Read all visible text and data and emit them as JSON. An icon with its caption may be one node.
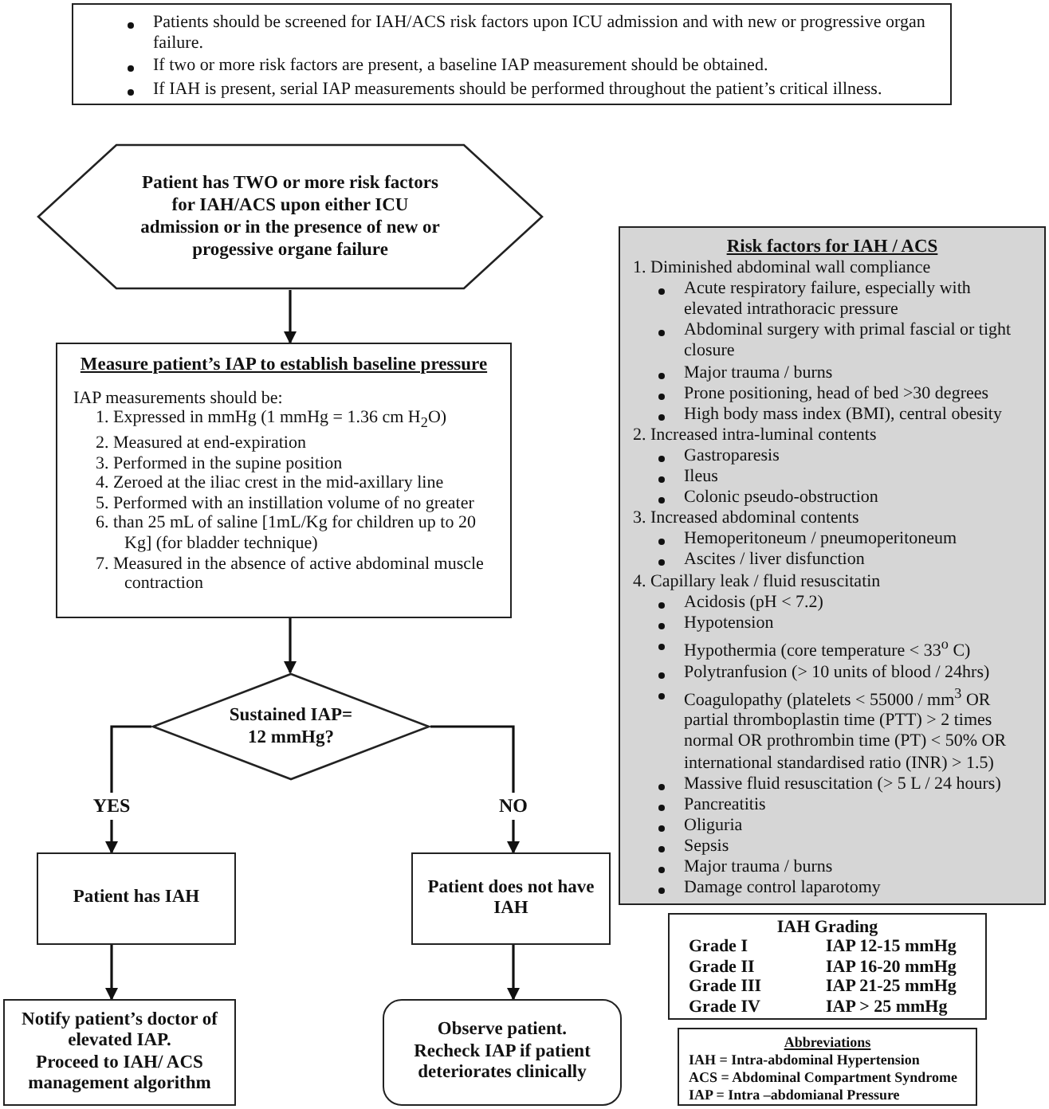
{
  "diagram": {
    "nodes": [
      {
        "text": [
          "Patients should be screened for IAH/ACS risk factors upon ICU admission and with new or progressive organ failure.",
          "If two or more risk factors are present, a baseline IAP measurement should be obtained.",
          "If IAH is present, serial IAP measurements should be performed throughout the patient’s critical illness."
        ]
      },
      {
        "text": [
          "Patient has TWO or more risk factors for IAH/ACS upon either ICU admission or in the presence of new or progessive organe failure"
        ]
      },
      {
        "text": [
          "Measure patient’s IAP to establish baseline pressure",
          "IAP measurements should be:",
          "1. Expressed in mmHg (1 mmHg = 1.36 cm H$_{2}$O)",
          "2. Measured at end-expiration",
          "3. Performed in the supine position",
          "4. Zeroed at the iliac crest in the mid-axillary line",
          "5. Performed with an instillation volume of no greater",
          "6. than 25 mL of saline [1mL/Kg for children up to 20 Kg] (for bladder technique)",
          "7. Measured in the absence of active abdominal muscle contraction"
        ]
      },
      {
        "text": [
          "Sustained IAP= 12 mmHg?"
        ]
      },
      {
        "text": [
          "Patient has IAH"
        ]
      },
      {
        "text": [
          "Patient does not have IAH"
        ]
      },
      {
        "text": [
          "Notify patient’s doctor of elevated IAP.",
          "Proceed to IAH/ ACS management algorithm"
        ]
      },
      {
        "text": [
          "Observe patient.",
          "Recheck IAP if patient deteriorates clinically"
        ]
      },
      {
        "text": [
          "Risk factors for IAH / ACS",
          "1. Diminished abdominal wall compliance",
          "Acute respiratory failure, especially with elevated intrathoracic pressure",
          "Abdominal surgery with primal fascial or tight closure",
          "Major trauma / burns",
          "Prone positioning, head of bed >30 degrees",
          "High body mass index (BMI), central obesity",
          "2. Increased intra-luminal contents",
          "Gastroparesis",
          "Ileus",
          "Colonic pseudo-obstruction",
          "3. Increased abdominal contents",
          "Hemoperitoneum / pneumoperitoneum",
          "Ascites / liver disfunction",
          "4. Capillary leak / fluid resuscitatin",
          "Acidosis (pH < 7.2)",
          "Hypotension",
          "Hypothermia (core temperature < 33$^{o}$ C)",
          "Polytranfusion (> 10 units of blood / 24hrs)",
          "Coagulopathy (platelets < 55000 / mm$^{3}$ OR partial thromboplastin time (PTT) > 2 times normal OR prothrombin time (PT) < 50% OR international standardised ratio (INR) > 1.5)",
          "Massive fluid resuscitation (> 5 L / 24 hours)",
          "Pancreatitis",
          "Oliguria",
          "Sepsis",
          "Major trauma / burns",
          "Damage control laparotomy"
        ]
      },
      {
        "text": [
          "IAH Grading",
          "Grade I",
          "IAP 12-15 mmHg",
          "Grade II",
          "IAP 16-20 mmHg",
          "Grade III",
          "IAP 21-25 mmHg",
          "Grade IV",
          "IAP > 25 mmHg"
        ]
      },
      {
        "text": [
          "Abbreviations",
          "IAH = Intra-abdominal Hypertension",
          "ACS = Abdominal Compartment Syndrome",
          "IAP = Intra –abdomianal Pressure"
        ]
      }
    ],
    "edges": [
      {
        "from": 1,
        "to": 2,
        "arrow": "to"
      },
      {
        "from": 2,
        "to": 3,
        "arrow": "to"
      },
      {
        "from": 3,
        "to": 4,
        "arrow": "to",
        "label": "YES"
      },
      {
        "from": 3,
        "to": 5,
        "arrow": "to",
        "label": "NO"
      },
      {
        "from": 4,
        "to": 6,
        "arrow": "to"
      },
      {
        "from": 5,
        "to": 7,
        "arrow": "to"
      }
    ]
  }
}
